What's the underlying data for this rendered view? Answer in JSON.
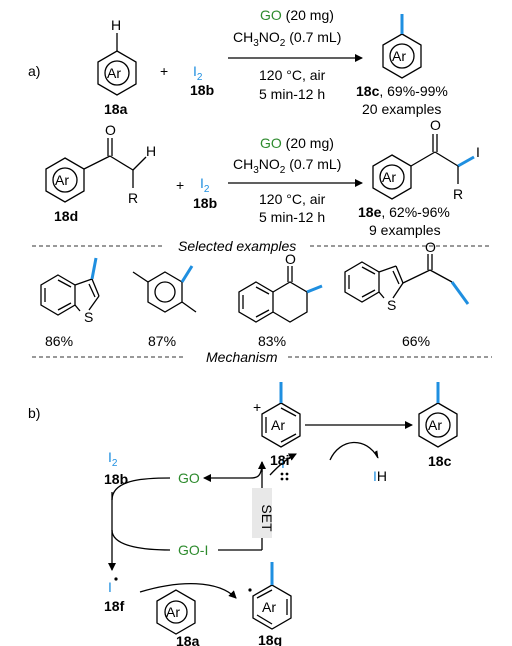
{
  "panel_a": {
    "label": "a)",
    "row1": {
      "reactant_ring": "Ar",
      "h_atom": "H",
      "reactant_label": "18a",
      "plus": "+",
      "reagent": "I",
      "reagent_sub": "2",
      "reagent_label": "18b",
      "cond_go_name": "GO",
      "cond_go_amt": " (20 mg)",
      "cond_solvent_a": "CH",
      "cond_solvent_sub1": "3",
      "cond_solvent_b": "NO",
      "cond_solvent_sub2": "2",
      "cond_solvent_c": " (0.7 mL)",
      "cond_temp": "120 °C, air",
      "cond_time": "5 min-12 h",
      "product_ring": "Ar",
      "product_label": "18c",
      "product_yield": ", 69%-99%",
      "product_examples": "20 examples"
    },
    "row2": {
      "reactant_ring": "Ar",
      "o_atom": "O",
      "h_atom": "H",
      "r_group": "R",
      "reactant_label": "18d",
      "plus": "+",
      "reagent": "I",
      "reagent_sub": "2",
      "reagent_label": "18b",
      "cond_go_name": "GO",
      "cond_go_amt": " (20 mg)",
      "cond_solvent_a": "CH",
      "cond_solvent_sub1": "3",
      "cond_solvent_b": "NO",
      "cond_solvent_sub2": "2",
      "cond_solvent_c": " (0.7 mL)",
      "cond_temp": "120 °C, air",
      "cond_time": "5 min-12 h",
      "product_ring": "Ar",
      "product_o": "O",
      "product_i": "I",
      "product_r": "R",
      "product_label": "18e",
      "product_yield": ", 62%-96%",
      "product_examples": "9 examples"
    },
    "selected_heading": "Selected examples",
    "examples": [
      {
        "yield": "86%",
        "hetero": "S"
      },
      {
        "yield": "87%"
      },
      {
        "yield": "83%",
        "o_atom": "O"
      },
      {
        "yield": "66%",
        "hetero": "S",
        "o_atom": "O"
      }
    ],
    "mechanism_heading": "Mechanism"
  },
  "panel_b": {
    "label": "b)",
    "i2": "I",
    "i2_sub": "2",
    "i2_label": "18b",
    "go": "GO",
    "go_i_a": "GO",
    "go_i_b": "-I",
    "set": "SET",
    "i_radical": "I",
    "i_radical_label": "18f",
    "arene_ring": "Ar",
    "arene_label": "18a",
    "radical_ring": "Ar",
    "radical_label": "18g",
    "cation_ring": "Ar",
    "cation_plus": "+",
    "cation_label": "18i",
    "iodide": "I",
    "iodide_charge": "−",
    "ih_i": "I",
    "ih_h": "H",
    "product_ring": "Ar",
    "product_label": "18c"
  }
}
